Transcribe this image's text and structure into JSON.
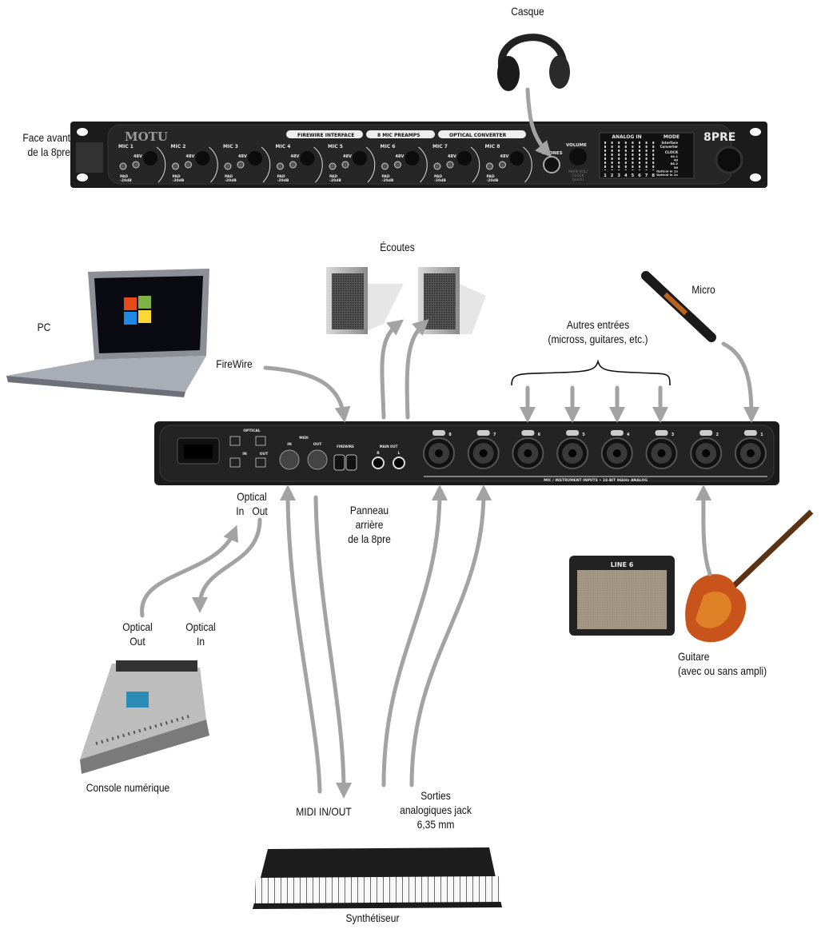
{
  "labels": {
    "headphones": "Casque",
    "front_panel": "Face avant\nde la 8pre",
    "monitors": "Écoutes",
    "pc": "PC",
    "micro": "Micro",
    "other_inputs": "Autres entrées\n(micross, guitares, etc.)",
    "firewire": "FireWire",
    "optical_in_out": "Optical\nIn   Out",
    "rear_panel": "Panneau\narrière\nde la 8pre",
    "optical_out": "Optical\nOut",
    "optical_in": "Optical\nIn",
    "console": "Console numérique",
    "midi": "MIDI IN/OUT",
    "analog_outputs": "Sorties\nanalogiques jack\n6,35 mm",
    "synth": "Synthétiseur",
    "guitar": "Guitare\n(avec ou sans ampli)"
  },
  "front": {
    "brand": "MOTU",
    "badges": [
      "FIREWIRE INTERFACE",
      "8 MIC PREAMPS",
      "OPTICAL CONVERTER"
    ],
    "mics": [
      "MIC 1",
      "MIC 2",
      "MIC 3",
      "MIC 4",
      "MIC 5",
      "MIC 6",
      "MIC 7",
      "MIC 8"
    ],
    "phantom": "48V",
    "pad": "PAD\n-20dB",
    "phones": "PHONES",
    "volume": "VOLUME",
    "volume_sub": "MAIN VOL/\nCLOCK\n(push)",
    "meter_title": "ANALOG IN",
    "meter_channels": [
      "1",
      "2",
      "3",
      "4",
      "5",
      "6",
      "7",
      "8"
    ],
    "mode_title": "MODE",
    "mode_items": [
      "Interface",
      "Converter"
    ],
    "clock_title": "CLOCK",
    "clock_items": [
      "44.1",
      "48",
      "88.2",
      "96",
      "Optical in 1x",
      "Optical in 2x"
    ],
    "model": "8PRE"
  },
  "rear": {
    "optical": "OPTICAL",
    "optical_in": "IN",
    "optical_out": "OUT",
    "midi": "MIDI",
    "midi_in": "IN",
    "midi_out": "OUT",
    "firewire": "FIREWIRE",
    "main_out": "MAIN OUT",
    "main_r": "R",
    "main_l": "L",
    "inputs": [
      "8",
      "7",
      "6",
      "5",
      "4",
      "3",
      "2",
      "1"
    ],
    "inputs_caption": "MIC / INSTRUMENT INPUTS • 24-BIT 96kHz ANALOG"
  },
  "amp_brand": "LINE 6",
  "colors": {
    "arrow": "#a3a3a3",
    "panel": "#1b1b1b"
  }
}
